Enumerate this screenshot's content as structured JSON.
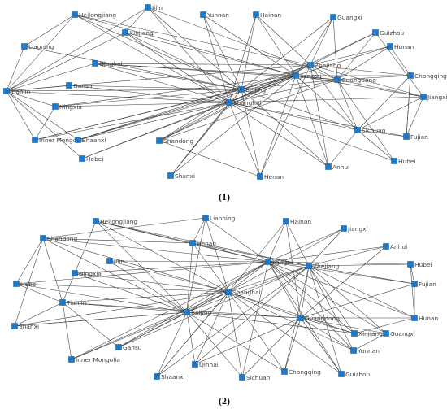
{
  "panels": [
    {
      "label": "(1)",
      "nodes": [
        "Heilongjiang",
        "Jilin",
        "Yunnan",
        "Hainan",
        "Guangxi",
        "Guizhou",
        "Xinjiang",
        "Liaoning",
        "Hunan",
        "Qinghai",
        "Zhejiang",
        "Chongqing",
        "Jiangsu",
        "Guangdong",
        "Gansu",
        "Beijing",
        "Tianjin",
        "Jiangxi",
        "Ningxia",
        "Shanghai",
        "Sichuan",
        "Fujian",
        "Inner Mongolia",
        "Shaanxi",
        "Shandong",
        "Hebei",
        "Anhui",
        "Hubei",
        "Shanxi",
        "Henan"
      ]
    },
    {
      "label": "(2)",
      "nodes": [
        "Heilongjiang",
        "Liaoning",
        "Hainan",
        "Jiangxi",
        "Shandong",
        "Henan",
        "Anhui",
        "Jilin",
        "Jiangsu",
        "Zhejiang",
        "Ningxia",
        "Hubei",
        "Hebei",
        "Shanghai",
        "Fujian",
        "Tianjin",
        "Beijing",
        "Guangdong",
        "Shanxi",
        "Hunan",
        "Xinjiang",
        "Guangxi",
        "Gansu",
        "Yunnan",
        "Inner Mongolia",
        "Qinhai",
        "Chongqing",
        "Guizhou",
        "Shaanxi",
        "Sichuan"
      ]
    }
  ]
}
